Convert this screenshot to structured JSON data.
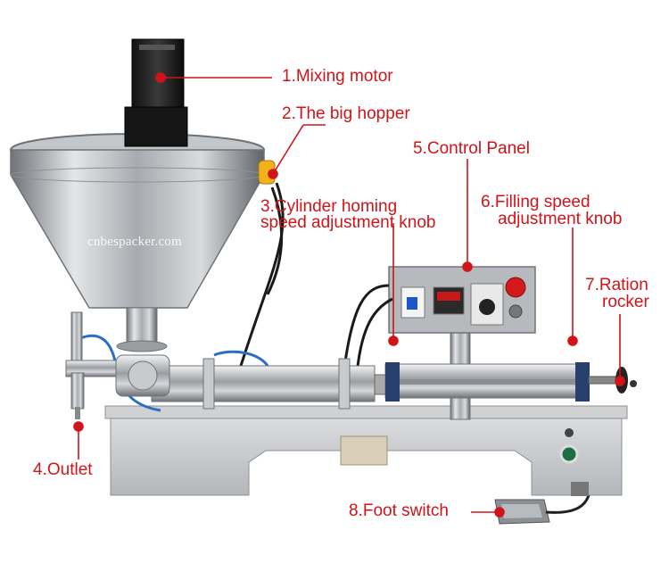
{
  "watermark": "cnbespacker.com",
  "colors": {
    "callout": "#d0141a"
  },
  "labels": {
    "mixing_motor": "1.Mixing motor",
    "big_hopper": "2.The big hopper",
    "cylinder_knob_line1": "3.Cylinder homing",
    "cylinder_knob_line2": "speed adjustment knob",
    "outlet": "4.Outlet",
    "control_panel": "5.Control Panel",
    "filling_knob_line1": "6.Filling speed",
    "filling_knob_line2": "adjustment knob",
    "ration_rocker_line1": "7.Ration",
    "ration_rocker_line2": "rocker",
    "foot_switch": "8.Foot switch"
  }
}
